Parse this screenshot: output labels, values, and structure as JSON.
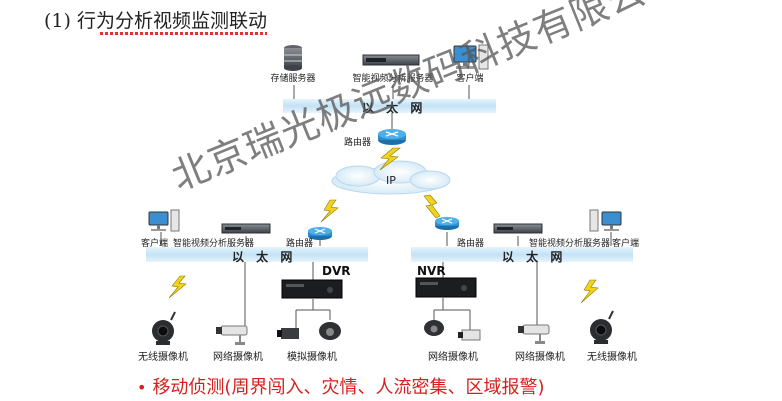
{
  "title": {
    "number": "(1)",
    "text": "行为分析视频监测联动"
  },
  "top": {
    "storage_label": "存储服务器",
    "analysis_label": "智能视频分析服务器",
    "client_label": "客户端",
    "ethernet_label": "以 太 网",
    "router_label": "路由器"
  },
  "cloud_label": "IP",
  "left": {
    "client_label": "客户端",
    "analysis_label": "智能视频分析服务器",
    "router_label": "路由器",
    "ethernet_label": "以 太 网",
    "recorder_label": "DVR",
    "cameras": [
      "无线摄像机",
      "网络摄像机",
      "模拟摄像机"
    ]
  },
  "right": {
    "router_label": "路由器",
    "analysis_label": "智能视频分析服务器",
    "client_label": "客户端",
    "ethernet_label": "以 太 网",
    "recorder_label": "NVR",
    "cameras": [
      "网络摄像机",
      "网络摄像机",
      "无线摄像机"
    ]
  },
  "bullet": {
    "marker": "•",
    "text": "移动侦测(周界闯入、灾情、人流密集、区域报警)"
  },
  "watermark": "北京瑞光极远数码科技有限公司",
  "colors": {
    "network_bar": "#c9e6f7",
    "accent_red": "#d62020",
    "lightning": "#f2d21b",
    "router": "#2a8fd0"
  }
}
